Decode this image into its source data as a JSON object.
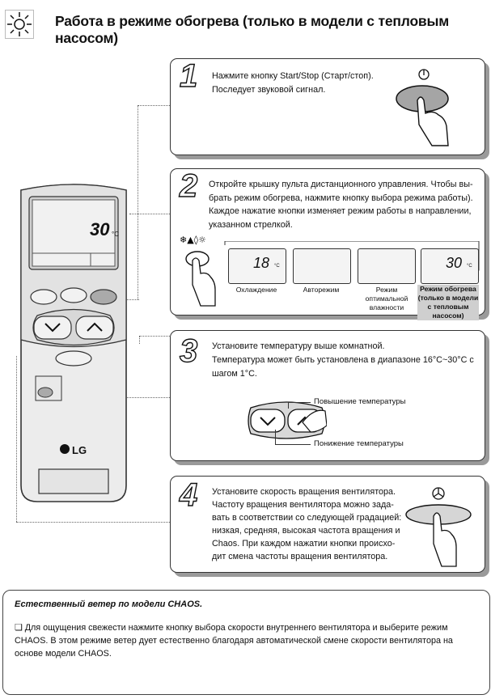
{
  "header": {
    "title": "Работа в режиме обогрева (только в модели с тепловым насосом)",
    "icon": "sun-icon"
  },
  "steps": [
    {
      "number": "1",
      "lines": [
        "Нажмите кнопку Start/Stop (Старт/стоп).",
        "Последует звуковой сигнал."
      ]
    },
    {
      "number": "2",
      "lines": [
        "Откройте крышку пульта дистанционного управления. Чтобы вы-",
        "брать режим обогрева, нажмите кнопку выбора режима работы).",
        "Каждое нажатие кнопки изменяет режим работы в направлении,",
        "указанном стрелкой."
      ],
      "modes": [
        {
          "label": "Охлаждение",
          "temp": "18",
          "unit": "°C"
        },
        {
          "label": "Авторежим"
        },
        {
          "label": "Режим оптимальной влажности"
        },
        {
          "label": "Режим обогрева (только в модели с тепловым насосом)",
          "temp": "30",
          "unit": "°C"
        }
      ]
    },
    {
      "number": "3",
      "lines": [
        "Установите температуру выше комнатной.",
        "Температура может быть установлена в диапазоне 16°C~30°C с",
        "шагом 1°C."
      ],
      "label_up": "Повышение температуры",
      "label_down": "Понижение температуры"
    },
    {
      "number": "4",
      "lines": [
        "Установите скорость вращения вентилятора.",
        "Частоту вращения вентилятора можно зада-",
        "вать в соответствии со следующей градацией:",
        "низкая, средняя, высокая частота вращения и",
        "Chaos. При каждом нажатии кнопки происхо-",
        "дит смена частоты вращения вентилятора."
      ]
    }
  ],
  "remote": {
    "temp": "30",
    "unit": "°C",
    "brand": "LG"
  },
  "note": {
    "title": "Естественный ветер по модели CHAOS.",
    "bullet": "❏",
    "text": "Для ощущения свежести нажмите кнопку выбора скорости внутреннего вентилятора и выберите режим CHAOS. В этом режиме ветер дует естественно благодаря автоматической смене скорости вентилятора на основе модели CHAOS."
  }
}
